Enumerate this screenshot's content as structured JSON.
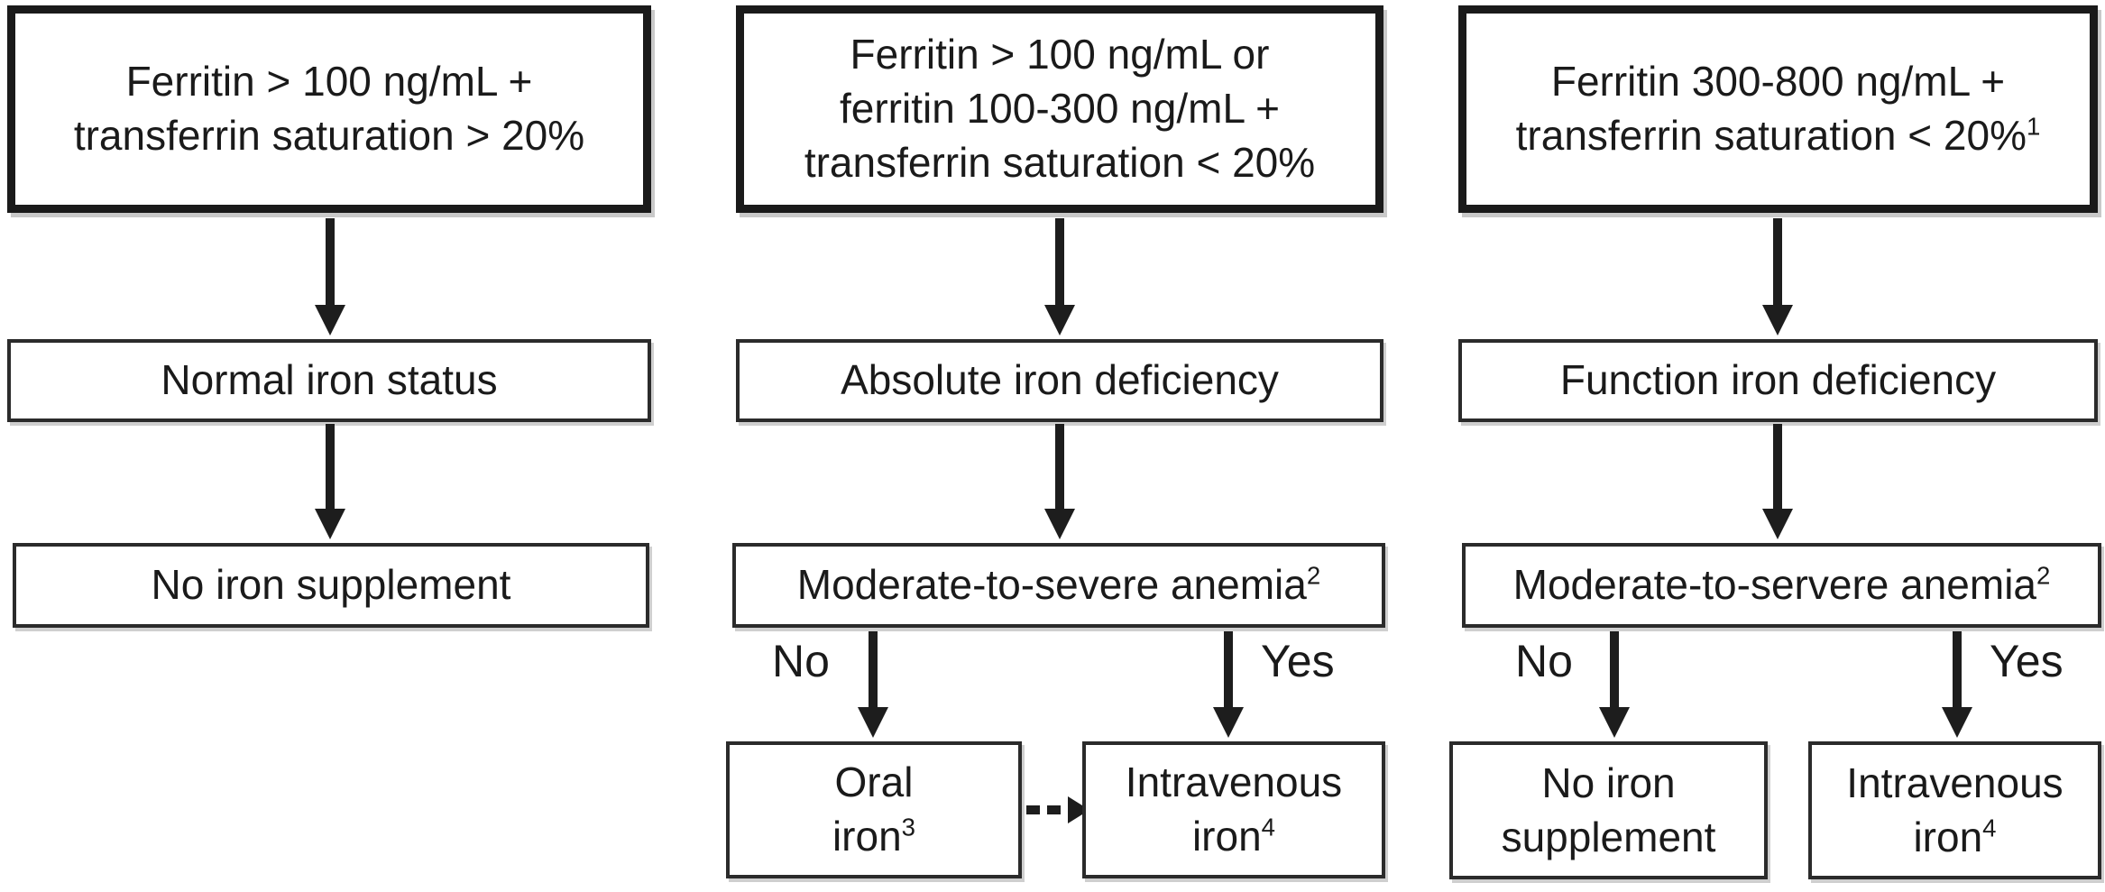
{
  "diagram": {
    "background_color": "#ffffff",
    "line_color": "#1d1d1d",
    "columns": [
      {
        "condition": {
          "text": "Ferritin > 100 ng/mL +\ntransferrin saturation > 20%",
          "sup": ""
        },
        "status": {
          "text": "Normal iron status",
          "sup": ""
        },
        "outcome": {
          "text": "No iron supplement",
          "sup": ""
        }
      },
      {
        "condition": {
          "text": "Ferritin > 100 ng/mL or\nferritin 100-300 ng/mL +\ntransferrin saturation < 20%",
          "sup": ""
        },
        "status": {
          "text": "Absolute iron deficiency",
          "sup": ""
        },
        "decision": {
          "text": "Moderate-to-severe anemia",
          "sup": "2"
        },
        "branch_no": {
          "label": "No",
          "outcome": {
            "text": "Oral\niron",
            "sup": "3"
          }
        },
        "branch_yes": {
          "label": "Yes",
          "outcome": {
            "text": "Intravenous\niron",
            "sup": "4"
          }
        },
        "dashed_edge": "oral-iron-to-intravenous-iron"
      },
      {
        "condition": {
          "text": "Ferritin 300-800 ng/mL +\ntransferrin saturation < 20%",
          "sup": "1"
        },
        "status": {
          "text": "Function iron deficiency",
          "sup": ""
        },
        "decision": {
          "text": "Moderate-to-servere anemia",
          "sup": "2"
        },
        "branch_no": {
          "label": "No",
          "outcome": {
            "text": "No iron\nsupplement",
            "sup": ""
          }
        },
        "branch_yes": {
          "label": "Yes",
          "outcome": {
            "text": "Intravenous\niron",
            "sup": "4"
          }
        }
      }
    ]
  }
}
